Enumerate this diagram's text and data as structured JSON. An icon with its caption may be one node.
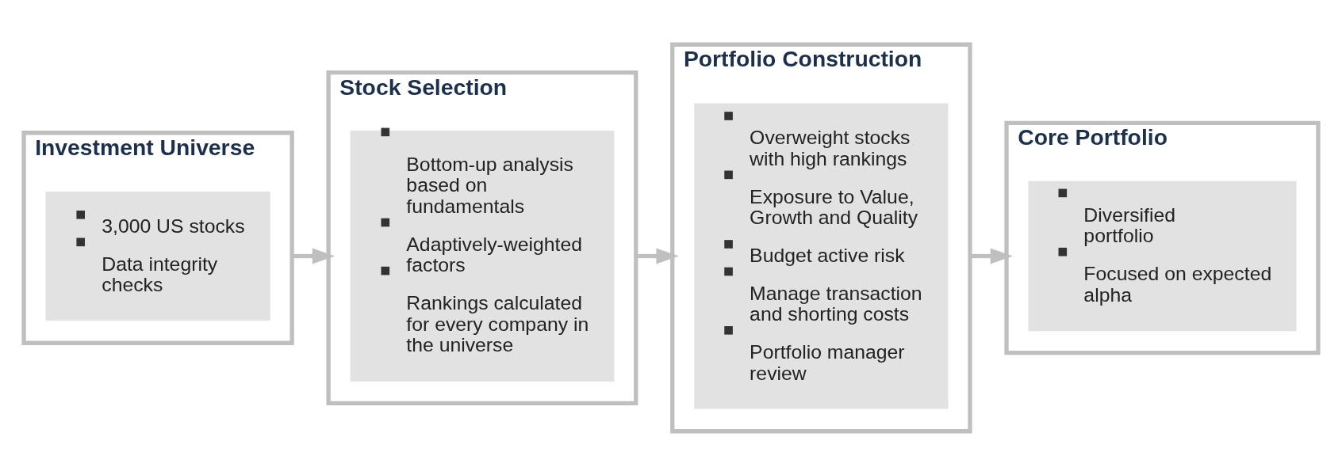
{
  "diagram": {
    "nodes": [
      {
        "text": [
          "Investment Universe"
        ]
      },
      {
        "text": [
          "3,000 US stocks",
          "Data integrity checks"
        ],
        "in": 0
      },
      {
        "text": [
          "Stock Selection"
        ]
      },
      {
        "text": [
          "Bottom-up analysis based on fundamentals",
          "Adaptively-weighted factors",
          "Rankings calculated for every company in the universe"
        ],
        "in": 2
      },
      {
        "text": [
          "Portfolio Construction"
        ]
      },
      {
        "text": [
          "Overweight stocks with high rankings",
          "Exposure to Value, Growth and Quality",
          "Budget active risk",
          "Manage transaction and shorting costs",
          "Portfolio manager review"
        ],
        "in": 4
      },
      {
        "text": [
          "Core Portfolio"
        ]
      },
      {
        "text": [
          "Diversified portfolio",
          "Focused on expected alpha"
        ],
        "in": 6
      }
    ],
    "edges": [
      {
        "from": 0,
        "to": 2,
        "arrow": "to"
      },
      {
        "from": 2,
        "to": 4,
        "arrow": "to"
      },
      {
        "from": 4,
        "to": 6,
        "arrow": "to"
      }
    ]
  }
}
